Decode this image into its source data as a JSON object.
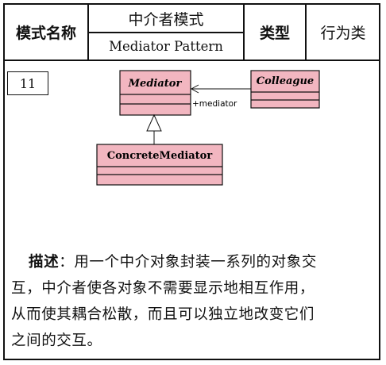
{
  "header": {
    "name_label": "模式名称",
    "name_cn": "中介者模式",
    "name_en": "Mediator Pattern",
    "type_label": "类型",
    "type_value": "行为类"
  },
  "figure_number": "11",
  "diagram": {
    "classes": {
      "mediator": "Mediator",
      "colleague": "Colleague",
      "concrete_mediator": "ConcreteMediator"
    },
    "association_label": "+mediator",
    "class_fill": "#f2b6c0"
  },
  "description": {
    "label": "描述",
    "colon": "：",
    "line1": "用一个中介对象封装一系列的对象交",
    "line2": "互，中介者使各对象不需要显示地相互作用，",
    "line3": "从而使其耦合松散，而且可以独立地改变它们",
    "line4": "之间的交互。"
  }
}
